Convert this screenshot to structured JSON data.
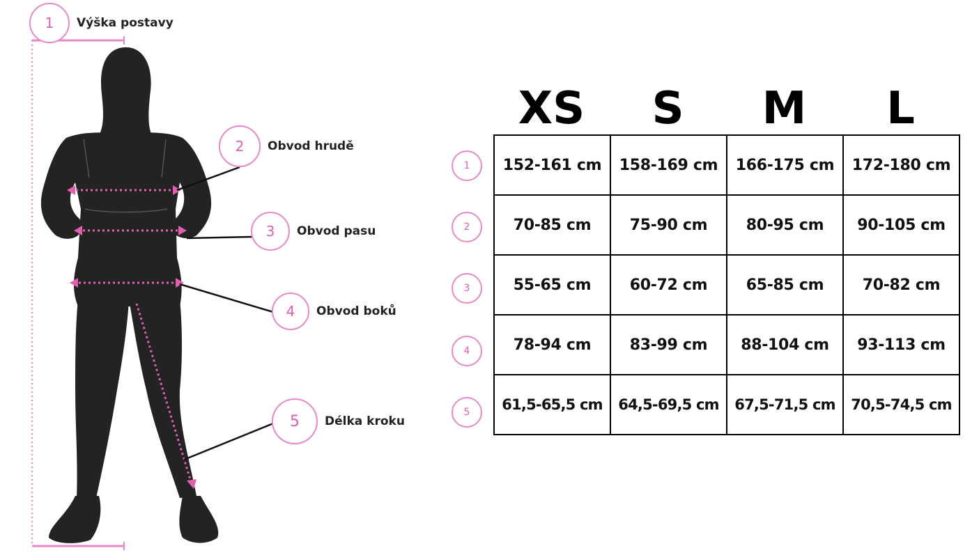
{
  "measurements": [
    {
      "num": "1",
      "label": "Výška postavy"
    },
    {
      "num": "2",
      "label": "Obvod hrudě"
    },
    {
      "num": "3",
      "label": "Obvod pasu"
    },
    {
      "num": "4",
      "label": "Obvod boků"
    },
    {
      "num": "5",
      "label": "Délka kroku"
    }
  ],
  "sizes": [
    "XS",
    "S",
    "M",
    "L"
  ],
  "rows": [
    {
      "num": "1",
      "values": [
        "152-161 cm",
        "158-169 cm",
        "166-175 cm",
        "172-180 cm"
      ]
    },
    {
      "num": "2",
      "values": [
        "70-85 cm",
        "75-90 cm",
        "80-95 cm",
        "90-105 cm"
      ]
    },
    {
      "num": "3",
      "values": [
        "55-65 cm",
        "60-72 cm",
        "65-85 cm",
        "70-82 cm"
      ]
    },
    {
      "num": "4",
      "values": [
        "78-94 cm",
        "83-99 cm",
        "88-104 cm",
        "93-113 cm"
      ]
    },
    {
      "num": "5",
      "values": [
        "61,5-65,5 cm",
        "64,5-69,5 cm",
        "67,5-71,5 cm",
        "70,5-74,5 cm"
      ]
    }
  ],
  "colors": {
    "accent": "#e060b0",
    "accent_light": "#e889c6",
    "silhouette": "#222222"
  },
  "icons": {
    "figure": "female-silhouette-icon"
  }
}
